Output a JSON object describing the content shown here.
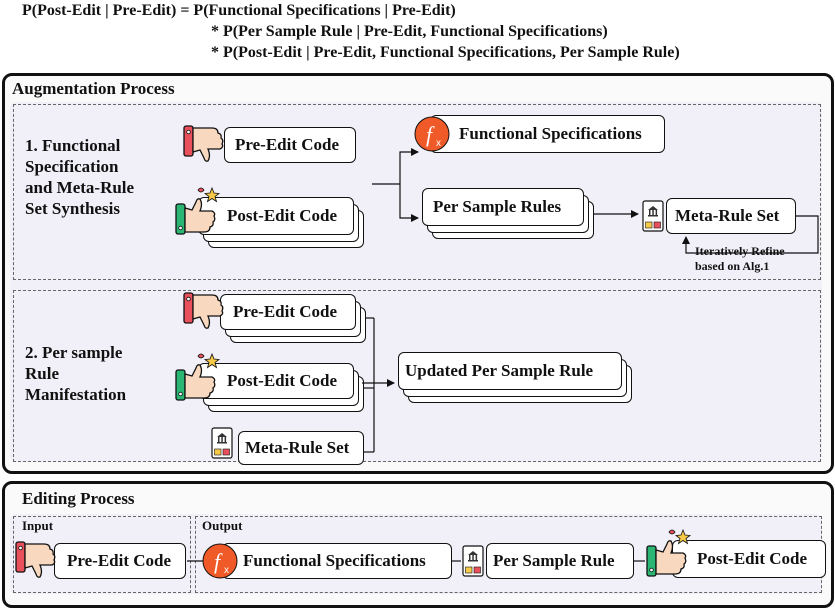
{
  "formula": {
    "line1": "P(Post-Edit | Pre-Edit) = P(Functional Specifications | Pre-Edit)",
    "line2": "* P(Per Sample Rule | Pre-Edit, Functional Specifications)",
    "line3": "* P(Post-Edit | Pre-Edit, Functional Specifications, Per Sample Rule)"
  },
  "augmentation": {
    "title": "Augmentation Process",
    "step1": {
      "label": "1. Functional\n    Specification\n    and Meta-Rule\n    Set Synthesis",
      "pre_edit": "Pre-Edit Code",
      "post_edit": "Post-Edit Code",
      "functional_specs": "Functional Specifications",
      "per_sample_rules": "Per Sample Rules",
      "meta_rule_set": "Meta-Rule Set",
      "refine_line1": "Iteratively Refine",
      "refine_line2": "based on Alg.1"
    },
    "step2": {
      "label": "2. Per sample\n    Rule\n    Manifestation",
      "pre_edit": "Pre-Edit Code",
      "post_edit": "Post-Edit Code",
      "meta_rule_set": "Meta-Rule Set",
      "updated_rule": "Updated Per Sample Rule"
    }
  },
  "editing": {
    "title": "Editing Process",
    "input_label": "Input",
    "output_label": "Output",
    "pre_edit": "Pre-Edit Code",
    "functional_specs": "Functional Specifications",
    "per_sample_rule": "Per Sample Rule",
    "post_edit": "Post-Edit Code"
  },
  "icons": {
    "rules_text": "RULES",
    "fx_text": "f",
    "fx_sub": "x"
  },
  "colors": {
    "thumb_skin": "#f8d8bf",
    "thumb_down_cuff": "#e8505b",
    "thumb_up_cuff": "#2bb673",
    "star": "#f7c948",
    "fx_circle": "#f05a28",
    "section_border": "#111111"
  }
}
